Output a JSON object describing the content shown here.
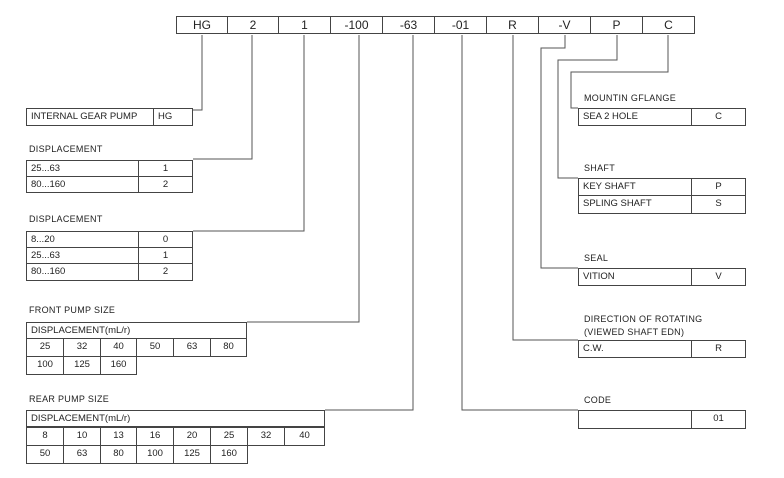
{
  "code": [
    "HG",
    "2",
    "1",
    "-100",
    "-63",
    "-01",
    "R",
    "-V",
    "P",
    "C"
  ],
  "internal_gear_pump": {
    "label": "INTERNAL GEAR PUMP",
    "value": "HG"
  },
  "displacement_1": {
    "title": "DISPLACEMENT",
    "rows": [
      {
        "range": "25...63",
        "code": "1"
      },
      {
        "range": "80...160",
        "code": "2"
      }
    ]
  },
  "displacement_2": {
    "title": "DISPLACEMENT",
    "rows": [
      {
        "range": "8...20",
        "code": "0"
      },
      {
        "range": "25...63",
        "code": "1"
      },
      {
        "range": "80...160",
        "code": "2"
      }
    ]
  },
  "front_pump": {
    "title": "FRONT PUMP SIZE",
    "header": "DISPLACEMENT(mL/r)",
    "row1": [
      "25",
      "32",
      "40",
      "50",
      "63",
      "80"
    ],
    "row2": [
      "100",
      "125",
      "160"
    ]
  },
  "rear_pump": {
    "title": "REAR PUMP SIZE",
    "header": "DISPLACEMENT(mL/r)",
    "row1": [
      "8",
      "10",
      "13",
      "16",
      "20",
      "25",
      "32",
      "40"
    ],
    "row2": [
      "50",
      "63",
      "80",
      "100",
      "125",
      "160"
    ]
  },
  "mounting_flange": {
    "title": "MOUNTIN GFLANGE",
    "rows": [
      {
        "label": "SEA 2 HOLE",
        "code": "C"
      }
    ]
  },
  "shaft": {
    "title": "SHAFT",
    "rows": [
      {
        "label": "KEY SHAFT",
        "code": "P"
      },
      {
        "label": "SPLING SHAFT",
        "code": "S"
      }
    ]
  },
  "seal": {
    "title": "SEAL",
    "rows": [
      {
        "label": "VITION",
        "code": "V"
      }
    ]
  },
  "rotation": {
    "title_line1": "DIRECTION OF ROTATING",
    "title_line2": "(VIEWED SHAFT EDN)",
    "rows": [
      {
        "label": "C.W.",
        "code": "R"
      }
    ]
  },
  "code_box": {
    "title": "CODE",
    "rows": [
      {
        "label": "",
        "code": "01"
      }
    ]
  }
}
